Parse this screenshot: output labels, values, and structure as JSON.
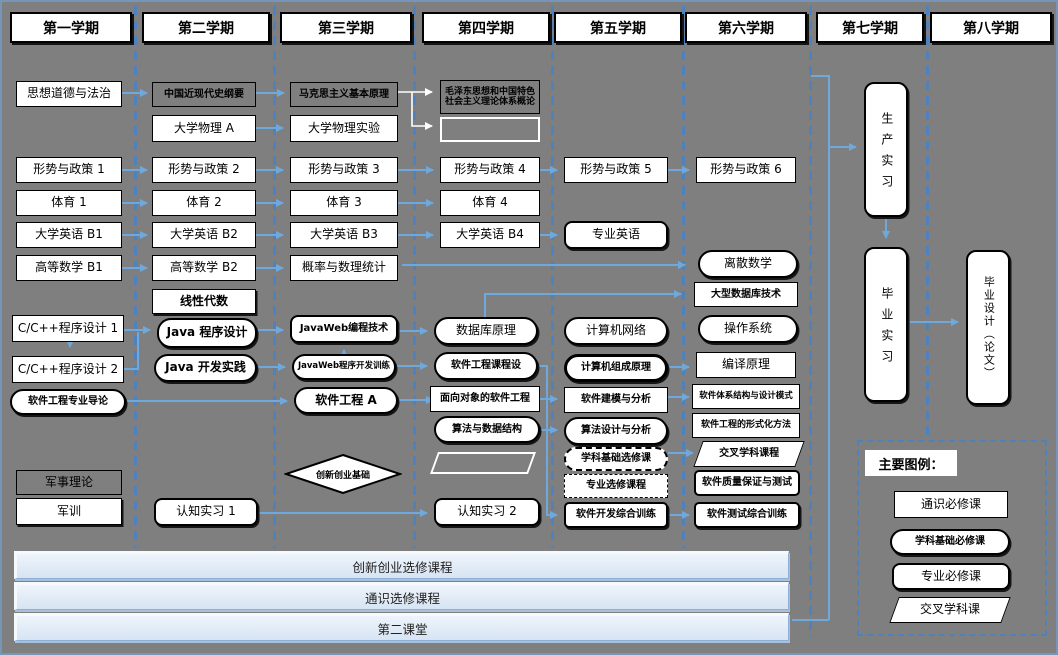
{
  "headers": [
    "第一学期",
    "第二学期",
    "第三学期",
    "第四学期",
    "第五学期",
    "第六学期",
    "第七学期",
    "第八学期"
  ],
  "col1": {
    "morality": "思想道德与法治",
    "policy": "形势与政策 1",
    "pe": "体育 1",
    "english": "大学英语 B1",
    "math": "高等数学 B1",
    "cpp1": "C/C++程序设计 1",
    "cpp2": "C/C++程序设计 2",
    "se_intro": "软件工程专业导论",
    "mil_theory": "军事理论",
    "mil_training": "军训"
  },
  "col2": {
    "history": "中国近现代史纲要",
    "physics": "大学物理 A",
    "policy": "形势与政策 2",
    "pe": "体育 2",
    "english": "大学英语 B2",
    "math": "高等数学 B2",
    "linear": "线性代数",
    "java": "Java 程序设计",
    "java_dev": "Java 开发实践",
    "intern1": "认知实习 1"
  },
  "col3": {
    "marx": "马克思主义基本原理",
    "physics_lab": "大学物理实验",
    "policy": "形势与政策 3",
    "pe": "体育 3",
    "english": "大学英语 B3",
    "prob": "概率与数理统计",
    "javaweb": "JavaWeb编程技术",
    "javaweb_train": "JavaWeb程序开发训练",
    "se_a": "软件工程 A",
    "innovation": "创新创业基础"
  },
  "col4": {
    "mao": "毛泽东思想和中国特色社会主义理论体系概论",
    "policy": "形势与政策 4",
    "pe": "体育 4",
    "english": "大学英语 B4",
    "db": "数据库原理",
    "se_course": "软件工程课程设",
    "oo_se": "面向对象的软件工程",
    "algo_ds": "算法与数据结构",
    "intern2": "认知实习 2"
  },
  "col5": {
    "policy": "形势与政策 5",
    "english": "专业英语",
    "network": "计算机网络",
    "comp_org": "计算机组成原理",
    "modeling": "软件建模与分析",
    "algo_design": "算法设计与分析",
    "elective_basic": "学科基础选修课",
    "elective_major": "专业选修课程",
    "dev_training": "软件开发综合训练"
  },
  "col6": {
    "policy": "形势与政策 6",
    "discrete": "离散数学",
    "big_db": "大型数据库技术",
    "os": "操作系统",
    "compiler": "编译原理",
    "arch": "软件体系结构与设计模式",
    "formal": "软件工程的形式化方法",
    "cross": "交叉学科课程",
    "qa": "软件质量保证与测试",
    "test_training": "软件测试综合训练"
  },
  "col7": {
    "prod_intern": "生产实习",
    "grad_intern": "毕业实习"
  },
  "col8": {
    "thesis": "毕业设计（论文）"
  },
  "legend": {
    "title": "主要图例：",
    "items": [
      "通识必修课",
      "学科基础必修课",
      "专业必修课",
      "交叉学科课"
    ]
  },
  "bars": [
    "创新创业选修课程",
    "通识选修课程",
    "第二课堂"
  ],
  "colors": {
    "background": "#7f7f7f",
    "arrow": "#6fa8dc",
    "separator": "#4f81bd",
    "box_border": "#000000",
    "bar_fill": "#dce7f5"
  }
}
